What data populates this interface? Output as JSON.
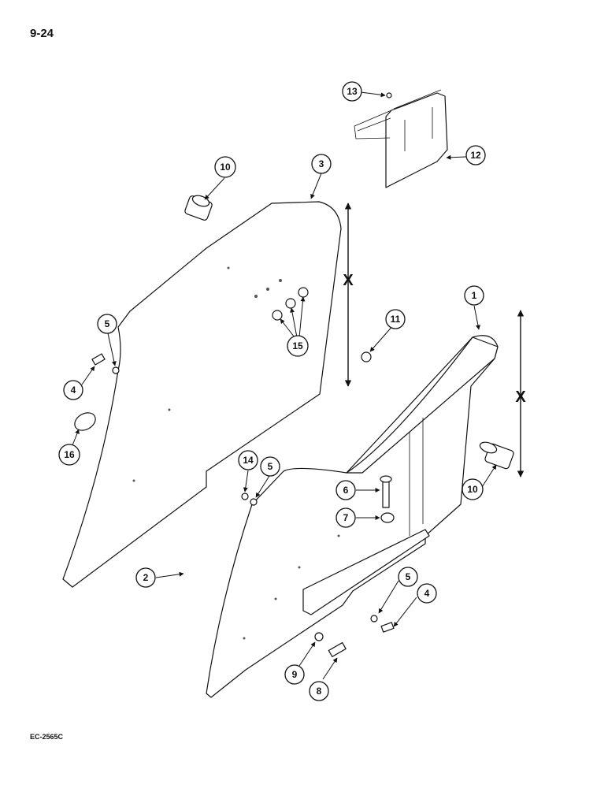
{
  "page_number": "9-24",
  "drawing_code": "EC-2565C",
  "callouts": {
    "c1": "1",
    "c2": "2",
    "c3": "3",
    "c4a": "4",
    "c4b": "4",
    "c5a": "5",
    "c5b": "5",
    "c5c": "5",
    "c6": "6",
    "c7": "7",
    "c8": "8",
    "c9": "9",
    "c10a": "10",
    "c10b": "10",
    "c11": "11",
    "c12": "12",
    "c13": "13",
    "c14": "14",
    "c15": "15",
    "c16": "16"
  },
  "dimension_marks": {
    "left": "X",
    "right": "X"
  }
}
